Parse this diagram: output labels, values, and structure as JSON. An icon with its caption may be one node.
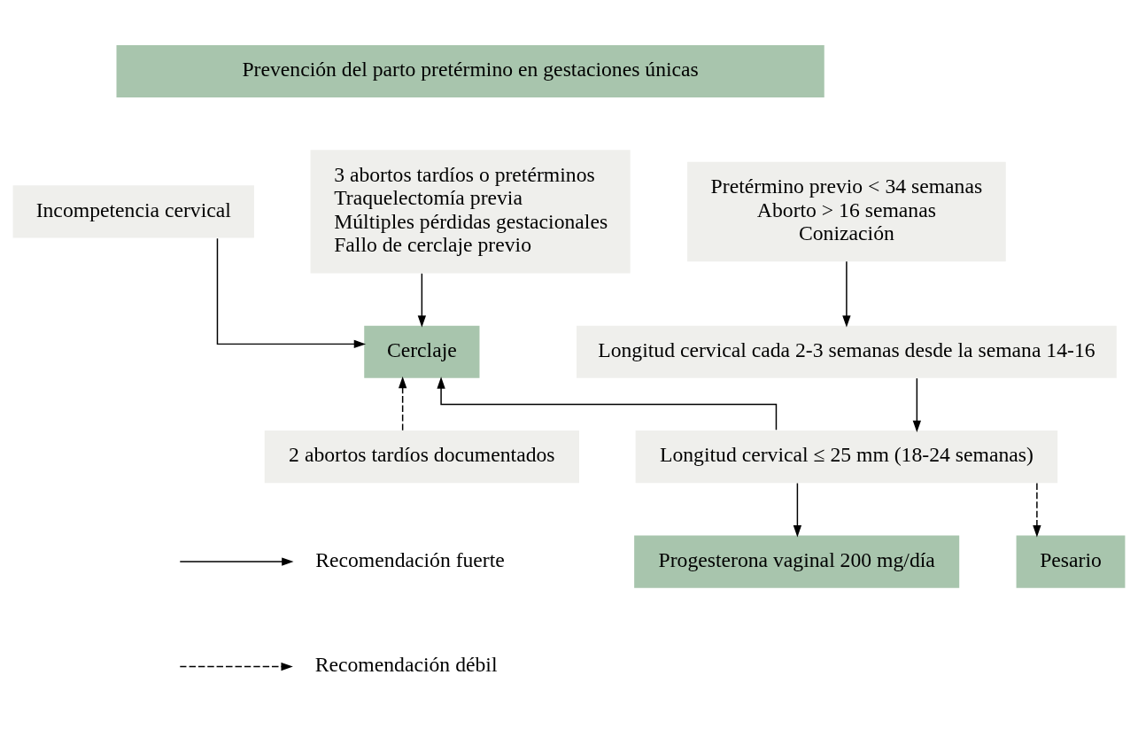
{
  "diagram": {
    "nodes": [
      {
        "text": [
          "Prevención del parto pretérmino en gestaciones únicas"
        ]
      },
      {
        "text": [
          "Incompetencia cervical"
        ]
      },
      {
        "text": [
          "3 abortos tardíos o pretérminos",
          "Traquelectomía previa",
          "Múltiples pérdidas gestacionales",
          "Fallo de cerclaje previo"
        ]
      },
      {
        "text": [
          "Pretérmino previo < 34 semanas",
          "Aborto > 16 semanas",
          "Conización"
        ]
      },
      {
        "text": [
          "Cerclaje"
        ]
      },
      {
        "text": [
          "Longitud cervical cada 2-3 semanas desde la semana 14-16"
        ]
      },
      {
        "text": [
          "2 abortos tardíos documentados"
        ]
      },
      {
        "text": [
          "Longitud cervical ≤ 25 mm (18-24 semanas)"
        ]
      },
      {
        "text": [
          "Progesterona vaginal 200 mg/día"
        ]
      },
      {
        "text": [
          "Pesario"
        ]
      }
    ],
    "edges": [
      {
        "from": 1,
        "to": 4,
        "arrow": "to"
      },
      {
        "from": 2,
        "to": 4,
        "arrow": "to"
      },
      {
        "from": 3,
        "to": 5,
        "arrow": "to"
      },
      {
        "from": 6,
        "to": 4,
        "arrow": "to",
        "style": "dashed"
      },
      {
        "from": 5,
        "to": 7,
        "arrow": "to"
      },
      {
        "from": 7,
        "to": 4,
        "arrow": "to"
      },
      {
        "from": 7,
        "to": 8,
        "arrow": "to"
      },
      {
        "from": 7,
        "to": 9,
        "arrow": "to",
        "style": "dashed"
      }
    ],
    "legend": [
      {
        "text": "Recomendación fuerte"
      },
      {
        "text": "Recomendación débil"
      }
    ]
  }
}
